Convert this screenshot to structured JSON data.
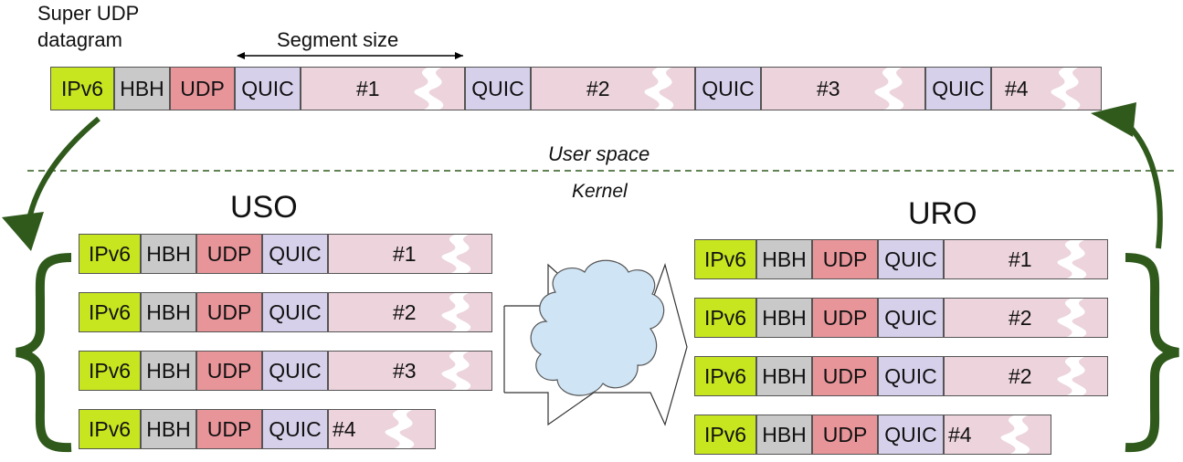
{
  "title_line1": "Super  UDP",
  "title_line2": "datagram",
  "segment_size_label": "Segment size",
  "user_space_label": "User space",
  "kernel_label": "Kernel",
  "uso_label": "USO",
  "uro_label": "URO",
  "colors": {
    "ipv6": "#c7e620",
    "hbh": "#c9c9c9",
    "udp": "#e8959a",
    "quic": "#d6d0ea",
    "payload": "#ecd3dc",
    "arrow": "#2f5a1c",
    "dashed_line": "#2f5a1c",
    "cloud": "#cfe4f4"
  },
  "super_datagram": [
    {
      "kind": "ipv6",
      "label": "IPv6"
    },
    {
      "kind": "hbh",
      "label": "HBH"
    },
    {
      "kind": "udp",
      "label": "UDP"
    },
    {
      "kind": "quic",
      "label": "QUIC"
    },
    {
      "kind": "payload",
      "label": "#1"
    },
    {
      "kind": "quic",
      "label": "QUIC"
    },
    {
      "kind": "payload",
      "label": "#2"
    },
    {
      "kind": "quic",
      "label": "QUIC"
    },
    {
      "kind": "payload",
      "label": "#3"
    },
    {
      "kind": "quic",
      "label": "QUIC"
    },
    {
      "kind": "payload",
      "label": "#4"
    }
  ],
  "uso_packets": [
    {
      "ipv6": "IPv6",
      "hbh": "HBH",
      "udp": "UDP",
      "quic": "QUIC",
      "payload": "#1"
    },
    {
      "ipv6": "IPv6",
      "hbh": "HBH",
      "udp": "UDP",
      "quic": "QUIC",
      "payload": "#2"
    },
    {
      "ipv6": "IPv6",
      "hbh": "HBH",
      "udp": "UDP",
      "quic": "QUIC",
      "payload": "#3"
    },
    {
      "ipv6": "IPv6",
      "hbh": "HBH",
      "udp": "UDP",
      "quic": "QUIC",
      "payload": "#4"
    }
  ],
  "uro_packets": [
    {
      "ipv6": "IPv6",
      "hbh": "HBH",
      "udp": "UDP",
      "quic": "QUIC",
      "payload": "#1"
    },
    {
      "ipv6": "IPv6",
      "hbh": "HBH",
      "udp": "UDP",
      "quic": "QUIC",
      "payload": "#2"
    },
    {
      "ipv6": "IPv6",
      "hbh": "HBH",
      "udp": "UDP",
      "quic": "QUIC",
      "payload": "#2"
    },
    {
      "ipv6": "IPv6",
      "hbh": "HBH",
      "udp": "UDP",
      "quic": "QUIC",
      "payload": "#4"
    }
  ]
}
